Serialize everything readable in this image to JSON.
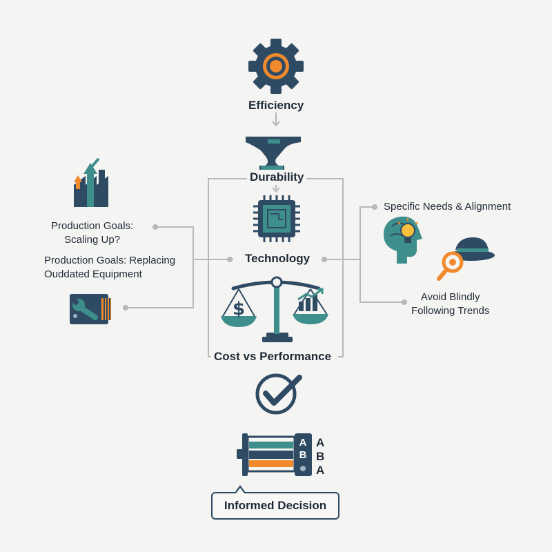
{
  "nodes": {
    "efficiency": "Efficiency",
    "durability": "Durability",
    "technology": "Technology",
    "cost_vs_performance": "Cost vs Performance",
    "informed_decision": "Informed Decision"
  },
  "left": {
    "scaling_line1": "Production Goals:",
    "scaling_line2": "Scaling Up?",
    "replacing_line1": "Production Goals: Replacing",
    "replacing_line2": "Ouddated Equipment"
  },
  "right": {
    "needs": "Specific Needs & Alignment",
    "avoid_line1": "Avoid Blindly",
    "avoid_line2": "Following Trends"
  },
  "icon_glyphs": {
    "dollar": "$",
    "letter_a": "A",
    "letter_b": "B"
  },
  "icons": [
    "gear-icon",
    "anvil-icon",
    "microchip-icon",
    "balance-scale-icon",
    "checkmark-icon",
    "machine-ab-icon",
    "factory-growth-icon",
    "wrench-machine-icon",
    "brain-lightbulb-icon",
    "hat-magnifier-icon"
  ],
  "colors": {
    "navy": "#2f4a63",
    "teal": "#3e8f8c",
    "orange": "#f08a2c",
    "line": "#b5b5b5"
  }
}
